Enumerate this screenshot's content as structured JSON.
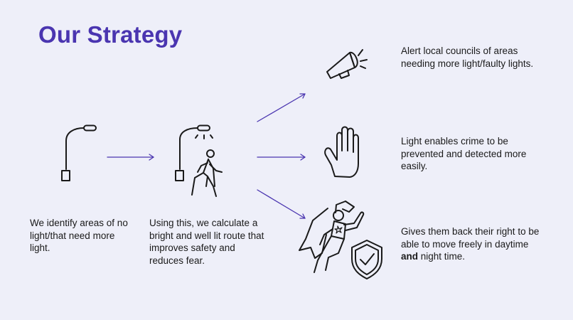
{
  "title": "Our Strategy",
  "steps": [
    {
      "text": "We identify areas of no light/that need more light."
    },
    {
      "text": "Using this, we calculate a bright and well lit route that improves safety and reduces fear."
    }
  ],
  "outcomes": [
    {
      "text": "Alert local councils of areas needing more light/faulty lights."
    },
    {
      "text": "Light enables crime to be prevented and detected more easily."
    },
    {
      "text_before": "Gives them back their right to be able to move freely in daytime ",
      "text_bold": "and",
      "text_after": " night time."
    }
  ],
  "colors": {
    "accent": "#4a35b0",
    "background": "#eeeff9",
    "ink": "#1a1a1a"
  },
  "icons": [
    "streetlamp-icon",
    "lit-streetlamp-pedestrian-icon",
    "megaphone-icon",
    "raised-hand-icon",
    "superhero-icon",
    "shield-check-icon"
  ]
}
